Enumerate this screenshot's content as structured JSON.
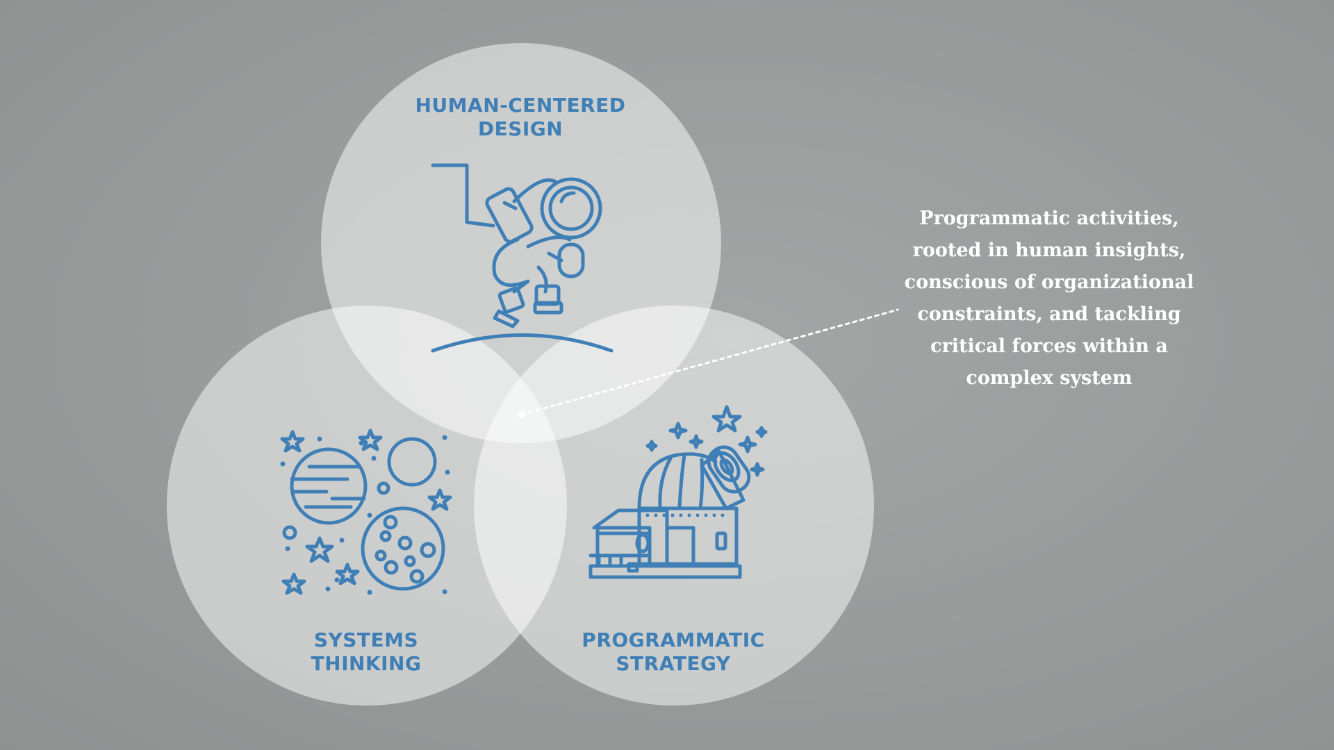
{
  "diagram": {
    "type": "venn",
    "circles": [
      {
        "id": "human-centered-design",
        "label": "HUMAN-CENTERED\nDESIGN",
        "icon": "astronaut-icon"
      },
      {
        "id": "systems-thinking",
        "label": "SYSTEMS\nTHINKING",
        "icon": "planets-stars-icon"
      },
      {
        "id": "programmatic-strategy",
        "label": "PROGRAMMATIC\nSTRATEGY",
        "icon": "observatory-icon"
      }
    ],
    "intersection_callout": "Programmatic activities,\nrooted in human insights,\nconscious of organizational\nconstraints, and tackling\ncritical forces within a\ncomplex system"
  },
  "colors": {
    "background": "#979b9a",
    "circle_fill": "#e8e8e8",
    "accent_blue": "#3f7fb6",
    "callout_text": "#ffffff"
  }
}
